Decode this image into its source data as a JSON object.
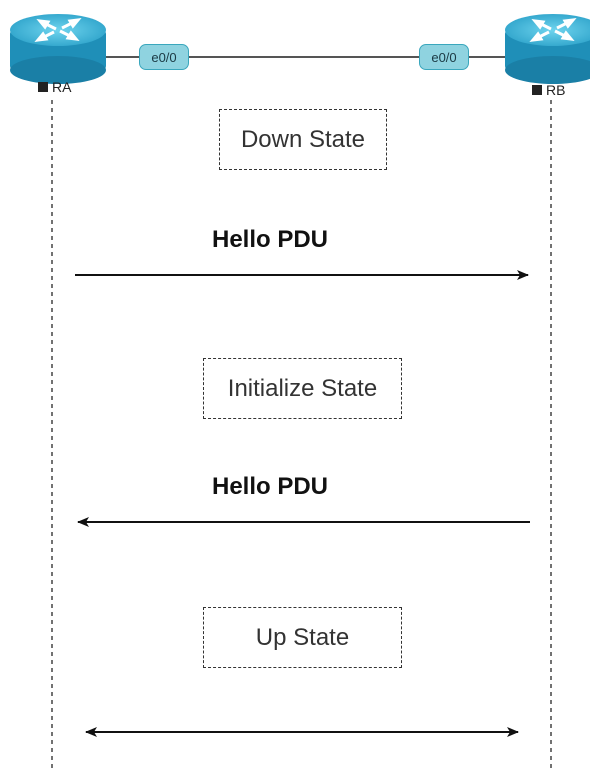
{
  "devices": {
    "left": {
      "name": "RA",
      "interface": "e0/0",
      "icon": "router-icon"
    },
    "right": {
      "name": "RB",
      "interface": "e0/0",
      "icon": "router-icon"
    }
  },
  "states": [
    {
      "label": "Down State"
    },
    {
      "label": "Initialize State"
    },
    {
      "label": "Up State"
    }
  ],
  "messages": [
    {
      "label": "Hello PDU",
      "direction": "RA-to-RB"
    },
    {
      "label": "Hello PDU",
      "direction": "RB-to-RA"
    },
    {
      "label": "",
      "direction": "bidirectional"
    }
  ],
  "colors": {
    "router_body": "#2aa0c8",
    "router_top": "#4fc3e3",
    "interface_fill": "#8fd3e0",
    "interface_border": "#3aa7bd"
  }
}
